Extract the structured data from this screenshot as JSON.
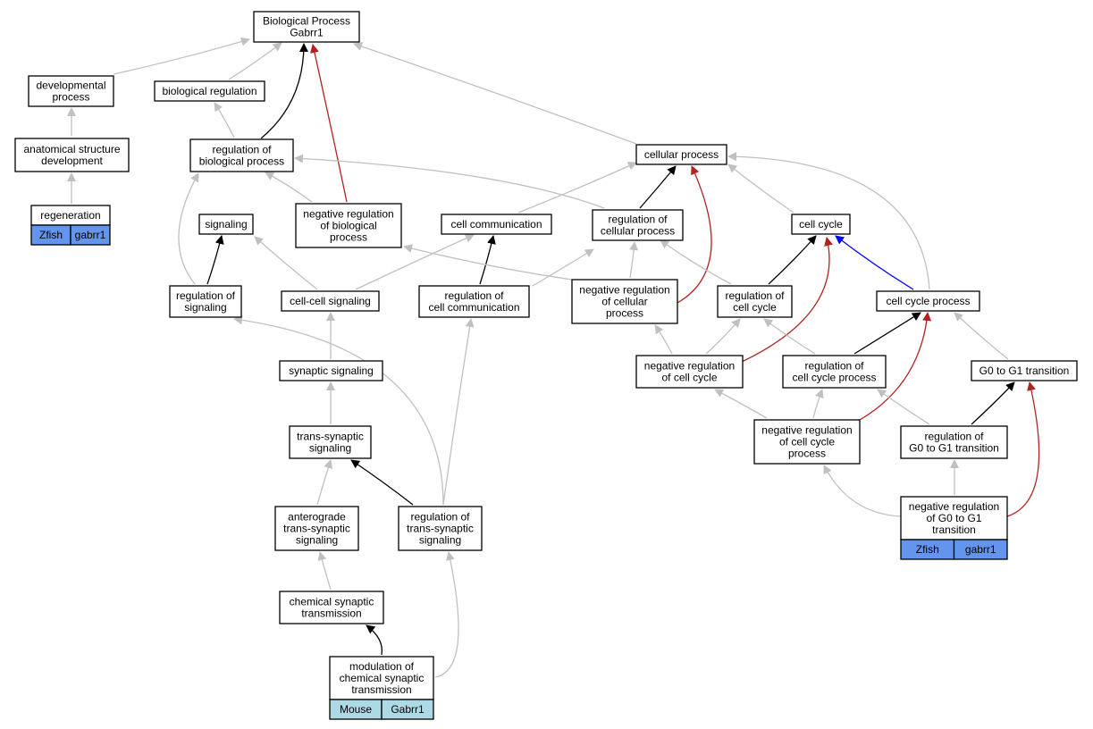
{
  "colors": {
    "gray": "#c0c0c0",
    "black": "#000000",
    "red": "#b22222",
    "blue": "#0000ff",
    "zfish": "#6495ed",
    "mouse": "#add8e6"
  },
  "nodes": {
    "bp": {
      "lines": [
        "Biological Process",
        "Gabrr1"
      ]
    },
    "dev": {
      "lines": [
        "developmental",
        "process"
      ]
    },
    "breg": {
      "lines": [
        "biological regulation"
      ]
    },
    "anat": {
      "lines": [
        "anatomical structure",
        "development"
      ]
    },
    "rbp": {
      "lines": [
        "regulation of",
        "biological process"
      ]
    },
    "cellp": {
      "lines": [
        "cellular process"
      ]
    },
    "regen": {
      "lines": [
        "regeneration"
      ],
      "tags": [
        "Zfish",
        "gabrr1"
      ],
      "tag_color": "zfish"
    },
    "sig": {
      "lines": [
        "signaling"
      ]
    },
    "nrbp": {
      "lines": [
        "negative regulation",
        "of biological",
        "process"
      ]
    },
    "ccomm": {
      "lines": [
        "cell communication"
      ]
    },
    "rcellp": {
      "lines": [
        "regulation of",
        "cellular process"
      ]
    },
    "ccyc": {
      "lines": [
        "cell cycle"
      ]
    },
    "rsig": {
      "lines": [
        "regulation of",
        "signaling"
      ]
    },
    "ccsig": {
      "lines": [
        "cell-cell signaling"
      ]
    },
    "rcc": {
      "lines": [
        "regulation of",
        "cell communication"
      ]
    },
    "nrcp": {
      "lines": [
        "negative regulation",
        "of cellular",
        "process"
      ]
    },
    "rcyc": {
      "lines": [
        "regulation of",
        "cell cycle"
      ]
    },
    "ccp": {
      "lines": [
        "cell cycle process"
      ]
    },
    "synsig": {
      "lines": [
        "synaptic signaling"
      ]
    },
    "nrcyc": {
      "lines": [
        "negative regulation",
        "of cell cycle"
      ]
    },
    "rccp": {
      "lines": [
        "regulation of",
        "cell cycle process"
      ]
    },
    "g0g1": {
      "lines": [
        "G0 to G1 transition"
      ]
    },
    "tss": {
      "lines": [
        "trans-synaptic",
        "signaling"
      ]
    },
    "nrccp": {
      "lines": [
        "negative regulation",
        "of cell cycle",
        "process"
      ]
    },
    "rg0g1": {
      "lines": [
        "regulation of",
        "G0 to G1 transition"
      ]
    },
    "ats": {
      "lines": [
        "anterograde",
        "trans-synaptic",
        "signaling"
      ]
    },
    "rtss": {
      "lines": [
        "regulation of",
        "trans-synaptic",
        "signaling"
      ]
    },
    "nrg0g1": {
      "lines": [
        "negative regulation",
        "of G0 to G1",
        "transition"
      ],
      "tags": [
        "Zfish",
        "gabrr1"
      ],
      "tag_color": "zfish"
    },
    "cst": {
      "lines": [
        "chemical synaptic",
        "transmission"
      ]
    },
    "mcst": {
      "lines": [
        "modulation of",
        "chemical synaptic",
        "transmission"
      ],
      "tags": [
        "Mouse",
        "Gabrr1"
      ],
      "tag_color": "mouse"
    }
  },
  "edges": [
    {
      "from": "dev",
      "to": "bp",
      "color": "gray"
    },
    {
      "from": "breg",
      "to": "bp",
      "color": "gray"
    },
    {
      "from": "rbp",
      "to": "bp",
      "color": "black"
    },
    {
      "from": "nrbp",
      "to": "bp",
      "color": "red"
    },
    {
      "from": "cellp",
      "to": "bp",
      "color": "gray"
    },
    {
      "from": "anat",
      "to": "dev",
      "color": "gray"
    },
    {
      "from": "regen",
      "to": "anat",
      "color": "gray"
    },
    {
      "from": "rbp",
      "to": "breg",
      "color": "gray"
    },
    {
      "from": "nrbp",
      "to": "rbp",
      "color": "gray"
    },
    {
      "from": "rcellp",
      "to": "rbp",
      "color": "gray"
    },
    {
      "from": "rsig",
      "to": "rbp",
      "color": "gray"
    },
    {
      "from": "ccsig",
      "to": "sig",
      "color": "gray"
    },
    {
      "from": "rsig",
      "to": "sig",
      "color": "black"
    },
    {
      "from": "ccomm",
      "to": "cellp",
      "color": "gray"
    },
    {
      "from": "rcellp",
      "to": "cellp",
      "color": "black"
    },
    {
      "from": "nrcp",
      "to": "cellp",
      "color": "red"
    },
    {
      "from": "ccyc",
      "to": "cellp",
      "color": "gray"
    },
    {
      "from": "ccp",
      "to": "cellp",
      "color": "gray"
    },
    {
      "from": "ccsig",
      "to": "ccomm",
      "color": "gray"
    },
    {
      "from": "rcc",
      "to": "ccomm",
      "color": "black"
    },
    {
      "from": "nrcp",
      "to": "nrbp",
      "color": "gray"
    },
    {
      "from": "nrcp",
      "to": "rcellp",
      "color": "gray"
    },
    {
      "from": "rcc",
      "to": "rcellp",
      "color": "gray"
    },
    {
      "from": "rcyc",
      "to": "rcellp",
      "color": "gray"
    },
    {
      "from": "rcyc",
      "to": "ccyc",
      "color": "black"
    },
    {
      "from": "nrcyc",
      "to": "ccyc",
      "color": "red"
    },
    {
      "from": "ccp",
      "to": "ccyc",
      "color": "blue"
    },
    {
      "from": "synsig",
      "to": "ccsig",
      "color": "gray"
    },
    {
      "from": "rtss",
      "to": "rsig",
      "color": "gray"
    },
    {
      "from": "rtss",
      "to": "rcc",
      "color": "gray"
    },
    {
      "from": "nrcyc",
      "to": "nrcp",
      "color": "gray"
    },
    {
      "from": "nrcyc",
      "to": "rcyc",
      "color": "gray"
    },
    {
      "from": "rccp",
      "to": "rcyc",
      "color": "gray"
    },
    {
      "from": "rccp",
      "to": "ccp",
      "color": "black"
    },
    {
      "from": "nrccp",
      "to": "ccp",
      "color": "red"
    },
    {
      "from": "g0g1",
      "to": "ccp",
      "color": "gray"
    },
    {
      "from": "tss",
      "to": "synsig",
      "color": "gray"
    },
    {
      "from": "nrccp",
      "to": "nrcyc",
      "color": "gray"
    },
    {
      "from": "nrccp",
      "to": "rccp",
      "color": "gray"
    },
    {
      "from": "rg0g1",
      "to": "rccp",
      "color": "gray"
    },
    {
      "from": "rg0g1",
      "to": "g0g1",
      "color": "black"
    },
    {
      "from": "nrg0g1",
      "to": "g0g1",
      "color": "red"
    },
    {
      "from": "ats",
      "to": "tss",
      "color": "gray"
    },
    {
      "from": "rtss",
      "to": "tss",
      "color": "black"
    },
    {
      "from": "nrg0g1",
      "to": "nrccp",
      "color": "gray"
    },
    {
      "from": "nrg0g1",
      "to": "rg0g1",
      "color": "gray"
    },
    {
      "from": "cst",
      "to": "ats",
      "color": "gray"
    },
    {
      "from": "mcst",
      "to": "rtss",
      "color": "gray"
    },
    {
      "from": "mcst",
      "to": "cst",
      "color": "black"
    }
  ]
}
